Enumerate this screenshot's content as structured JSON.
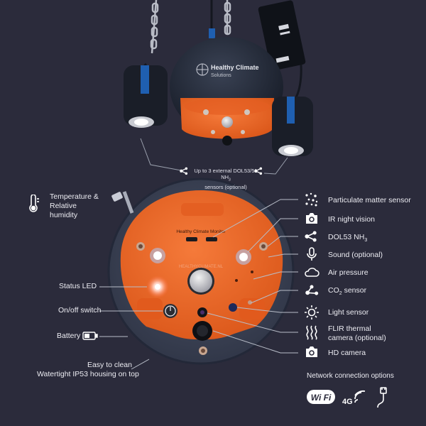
{
  "top_device": {
    "brand_line1": "Healthy Climate",
    "brand_line2": "Solutions",
    "caption_line1": "Up to 3 external DOL53/51 NH",
    "caption_sub": "3",
    "caption_line2": "sensors (optional)"
  },
  "bottom_device": {
    "label": "Healthy Climate Monitor",
    "url": "HEALTHYCLIMATE.NL"
  },
  "left_labels": {
    "temp_line1": "Temperature &",
    "temp_line2": "Relative",
    "temp_line3": "humidity",
    "status_led": "Status LED",
    "onoff": "On/off switch",
    "battery": "Battery",
    "clean_line1": "Easy to clean",
    "clean_line2": "Watertight IP53 housing on top"
  },
  "right_labels": {
    "particulate": "Particulate matter sensor",
    "ir": "IR night vision",
    "dol53": "DOL53 NH",
    "dol53_sub": "3",
    "sound": "Sound (optional)",
    "air": "Air pressure",
    "co2_pre": "CO",
    "co2_sub": "2",
    "co2_post": " sensor",
    "light": "Light sensor",
    "flir_line1": "FLIR thermal",
    "flir_line2": "camera (optional)",
    "hd": "HD camera"
  },
  "network": {
    "title": "Network connection options",
    "wifi_text": "Wi Fi",
    "cell_text": "4G"
  },
  "icons": {
    "thermometer": "thermometer-icon",
    "battery": "battery-icon",
    "particulate": "particles-icon",
    "camera": "camera-icon",
    "molecule": "molecule-icon",
    "microphone": "microphone-icon",
    "cloud": "cloud-icon",
    "sun": "sun-icon",
    "heat": "heat-waves-icon",
    "ethernet": "ethernet-cable-icon"
  },
  "colors": {
    "background": "#2b2b3b",
    "housing_orange": "#ef6a2c",
    "housing_dark": "#1d2330",
    "accent_blue": "#1f5fb0"
  }
}
